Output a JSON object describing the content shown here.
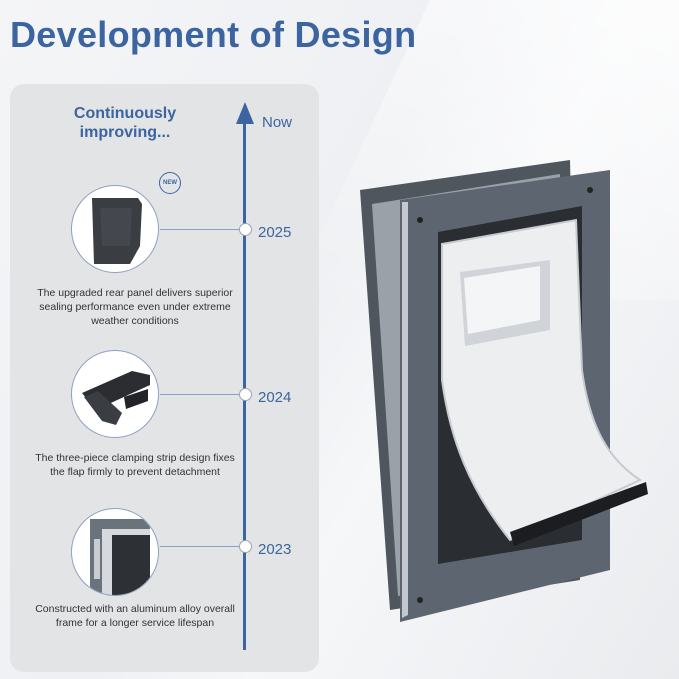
{
  "title": "Development of Design",
  "subtitle": "Continuously improving...",
  "timeline": {
    "now_label": "Now",
    "milestones": [
      {
        "year": "2025",
        "badge": "NEW",
        "icon": "rear-panel-icon",
        "description": "The upgraded rear panel delivers superior sealing performance even under extreme weather conditions"
      },
      {
        "year": "2024",
        "icon": "clamping-strip-icon",
        "description": "The three-piece clamping strip design fixes the flap firmly to prevent detachment"
      },
      {
        "year": "2023",
        "icon": "aluminum-frame-icon",
        "description": "Constructed with an aluminum alloy overall frame for a longer service lifespan"
      }
    ]
  },
  "colors": {
    "accent": "#3c64a0",
    "panel": "#e3e4e6",
    "frame": "#5d6670"
  }
}
